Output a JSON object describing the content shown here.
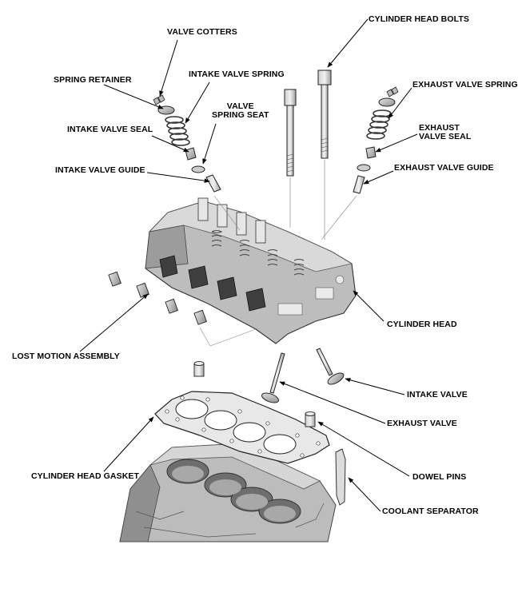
{
  "diagram": {
    "labels": {
      "valve_cotters": "VALVE COTTERS",
      "cylinder_head_bolts": "CYLINDER HEAD BOLTS",
      "spring_retainer": "SPRING RETAINER",
      "intake_valve_spring": "INTAKE VALVE SPRING",
      "exhaust_valve_spring": "EXHAUST VALVE SPRING",
      "valve_spring_seat_line1": "VALVE",
      "valve_spring_seat_line2": "SPRING SEAT",
      "exhaust_valve_seal_line1": "EXHAUST",
      "exhaust_valve_seal_line2": "VALVE SEAL",
      "intake_valve_seal": "INTAKE VALVE SEAL",
      "intake_valve_guide": "INTAKE VALVE GUIDE",
      "exhaust_valve_guide": "EXHAUST VALVE GUIDE",
      "cylinder_head": "CYLINDER HEAD",
      "lost_motion_assembly": "LOST MOTION ASSEMBLY",
      "intake_valve": "INTAKE VALVE",
      "exhaust_valve": "EXHAUST VALVE",
      "dowel_pins": "DOWEL PINS",
      "cylinder_head_gasket": "CYLINDER HEAD GASKET",
      "coolant_separator": "COOLANT SEPARATOR"
    }
  }
}
